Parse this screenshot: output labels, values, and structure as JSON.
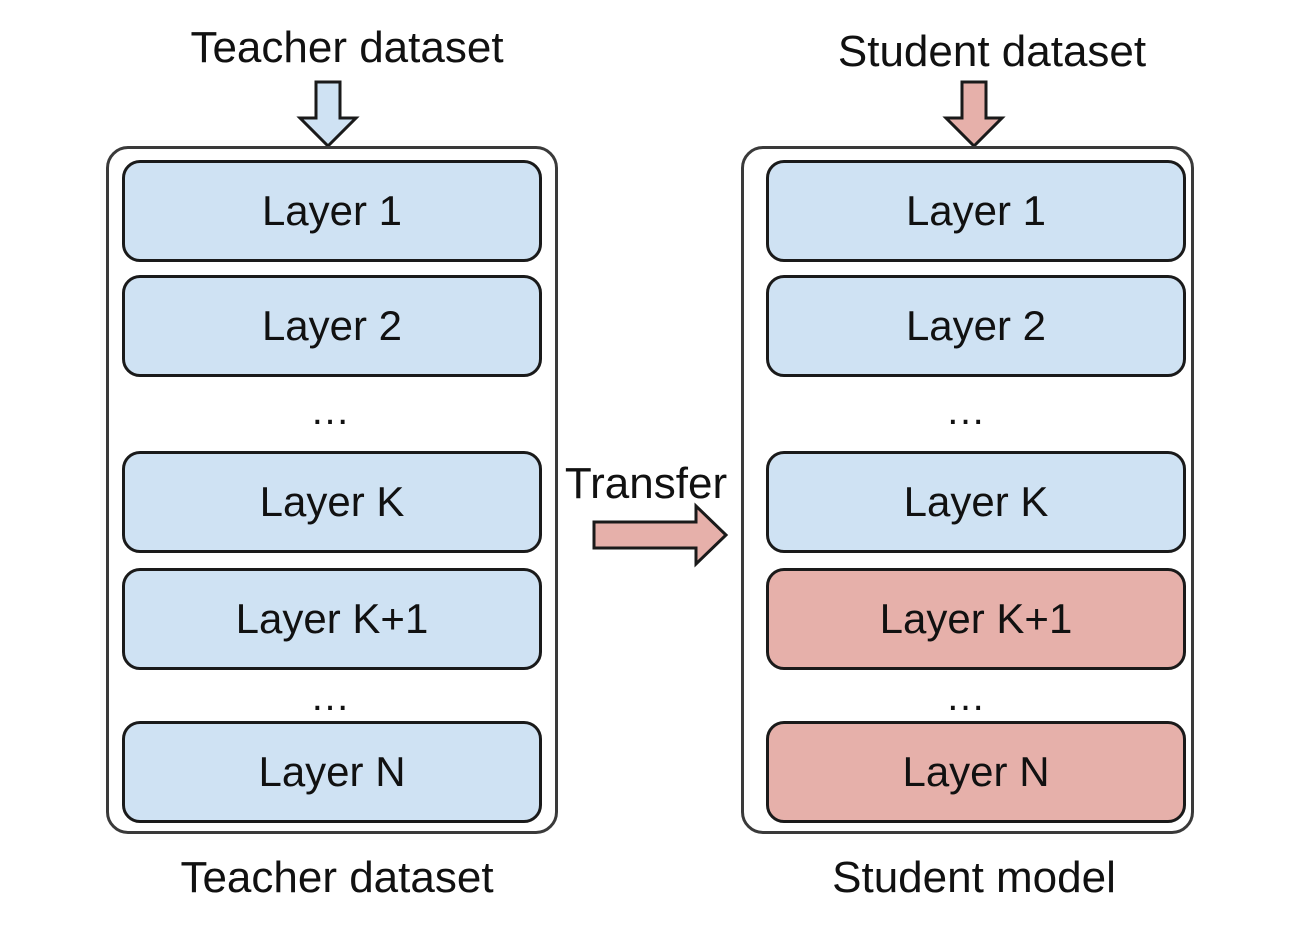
{
  "teacher": {
    "input_label": "Teacher dataset",
    "caption": "Teacher dataset",
    "layers": [
      "Layer 1",
      "Layer 2",
      "Layer K",
      "Layer K+1",
      "Layer N"
    ],
    "ellipsis": "…"
  },
  "student": {
    "input_label": "Student dataset",
    "caption": "Student model",
    "layers": [
      "Layer 1",
      "Layer 2",
      "Layer K",
      "Layer K+1",
      "Layer N"
    ],
    "ellipsis": "…"
  },
  "transfer": {
    "label": "Transfer"
  },
  "colors": {
    "transferred_layer": "#cfe2f3",
    "new_layer": "#e6b0aa",
    "teacher_arrow": "#cfe2f3",
    "student_arrow": "#e6b0aa"
  }
}
